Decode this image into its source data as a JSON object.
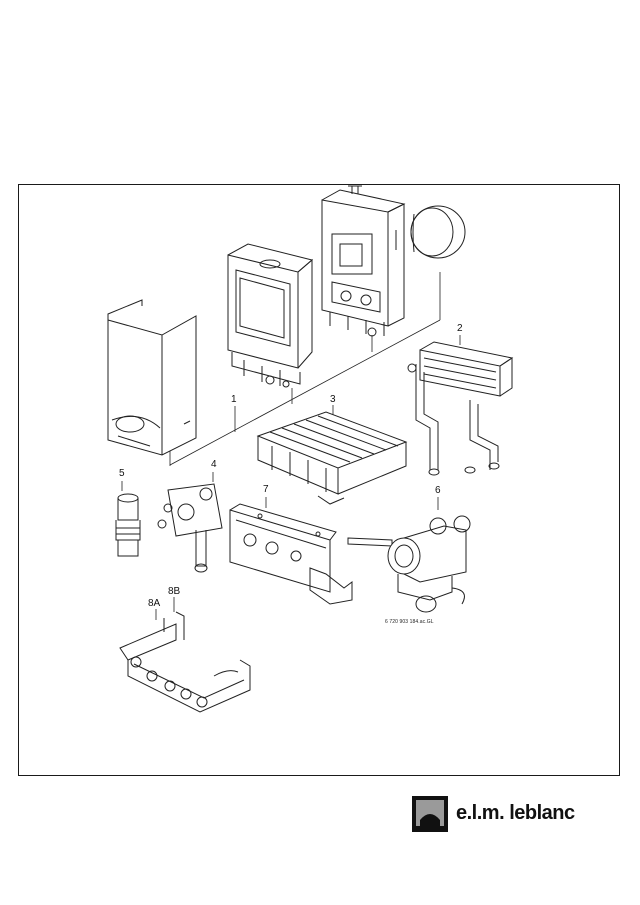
{
  "callouts": {
    "c1": "1",
    "c2": "2",
    "c3": "3",
    "c4": "4",
    "c5": "5",
    "c6": "6",
    "c7": "7",
    "c8a": "8A",
    "c8b": "8B"
  },
  "reference_code": "6 720 903 184.ac.GL",
  "brand": {
    "name": "e.l.m. leblanc"
  }
}
